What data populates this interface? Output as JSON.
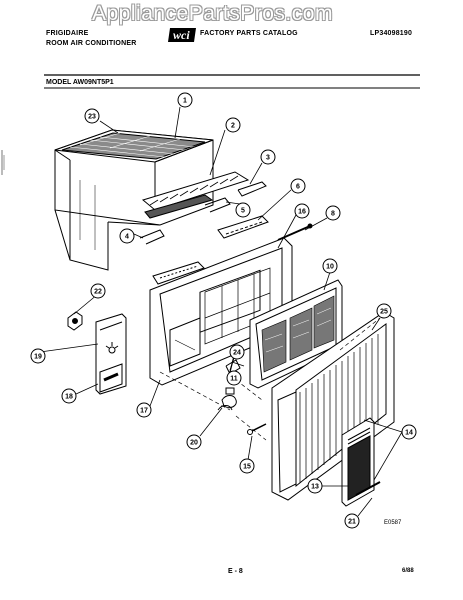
{
  "watermark": "AppliancePartsPros.com",
  "header": {
    "brand": "FRIGIDAIRE",
    "product": "ROOM AIR CONDITIONER",
    "logo": "wci",
    "catalog_title": "FACTORY PARTS CATALOG",
    "catalog_number": "LP34098190"
  },
  "model": "MODEL AW09NT5P1",
  "callouts": [
    "1",
    "2",
    "3",
    "4",
    "5",
    "6",
    "8",
    "10",
    "11",
    "13",
    "14",
    "15",
    "16",
    "17",
    "18",
    "19",
    "20",
    "21",
    "22",
    "23",
    "24",
    "25"
  ],
  "footer": {
    "drawing_code": "E0587",
    "page": "E - 8",
    "date": "6/88"
  }
}
